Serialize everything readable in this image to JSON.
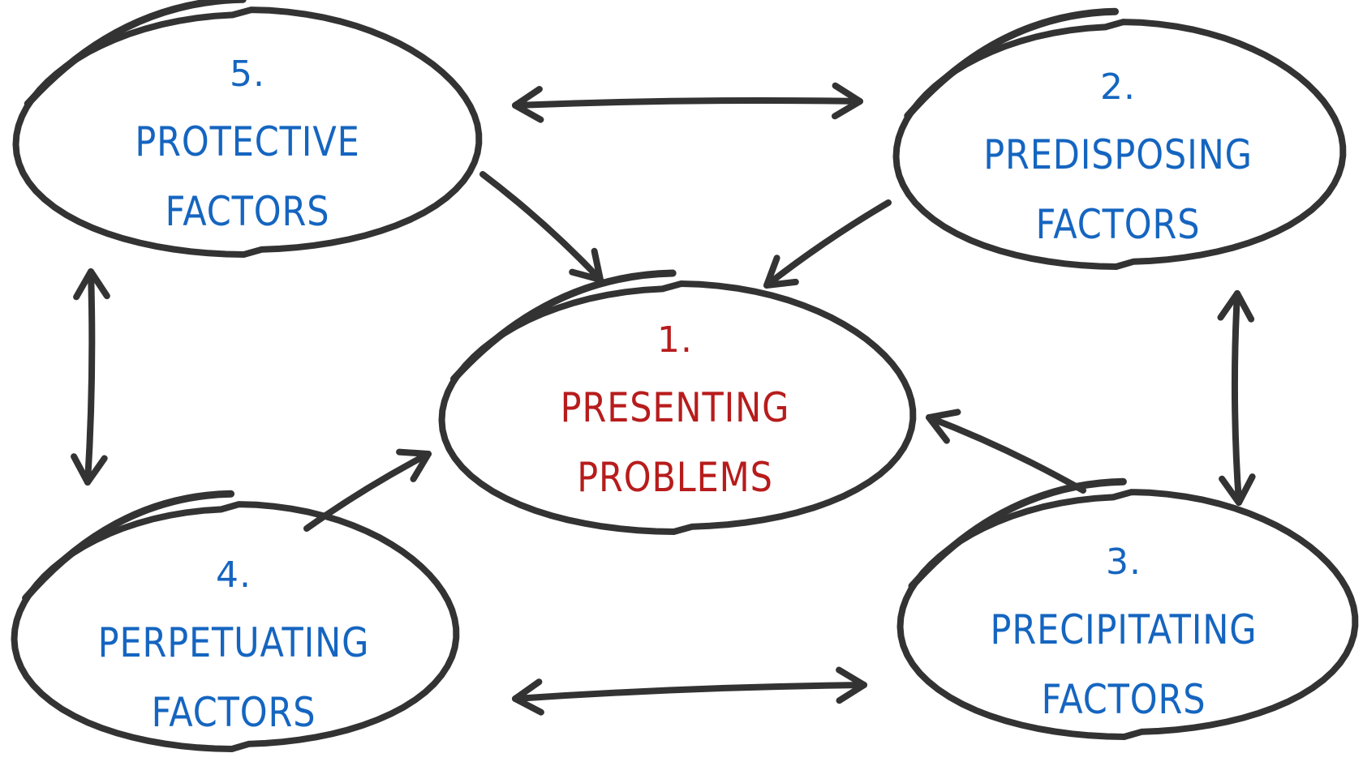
{
  "colors": {
    "stroke": "#333333",
    "factor_text": "#1565c0",
    "center_text": "#b71c1c",
    "background": "#ffffff"
  },
  "nodes": [
    {
      "id": "presenting",
      "number": "1.",
      "lines": [
        "PRESENTING",
        "PROBLEMS"
      ],
      "role": "center"
    },
    {
      "id": "predisposing",
      "number": "2.",
      "lines": [
        "PREDISPOSING",
        "FACTORS"
      ],
      "role": "factor"
    },
    {
      "id": "precipitating",
      "number": "3.",
      "lines": [
        "PRECIPITATING",
        "FACTORS"
      ],
      "role": "factor"
    },
    {
      "id": "perpetuating",
      "number": "4.",
      "lines": [
        "PERPETUATING",
        "FACTORS"
      ],
      "role": "factor"
    },
    {
      "id": "protective",
      "number": "5.",
      "lines": [
        "PROTECTIVE",
        "FACTORS"
      ],
      "role": "factor"
    }
  ],
  "edges": [
    {
      "from": "protective",
      "to": "predisposing",
      "direction": "both"
    },
    {
      "from": "perpetuating",
      "to": "precipitating",
      "direction": "both"
    },
    {
      "from": "protective",
      "to": "perpetuating",
      "direction": "both"
    },
    {
      "from": "predisposing",
      "to": "precipitating",
      "direction": "both"
    },
    {
      "from": "protective",
      "to": "presenting",
      "direction": "forward"
    },
    {
      "from": "predisposing",
      "to": "presenting",
      "direction": "forward"
    },
    {
      "from": "precipitating",
      "to": "presenting",
      "direction": "forward"
    },
    {
      "from": "perpetuating",
      "to": "presenting",
      "direction": "forward"
    }
  ]
}
